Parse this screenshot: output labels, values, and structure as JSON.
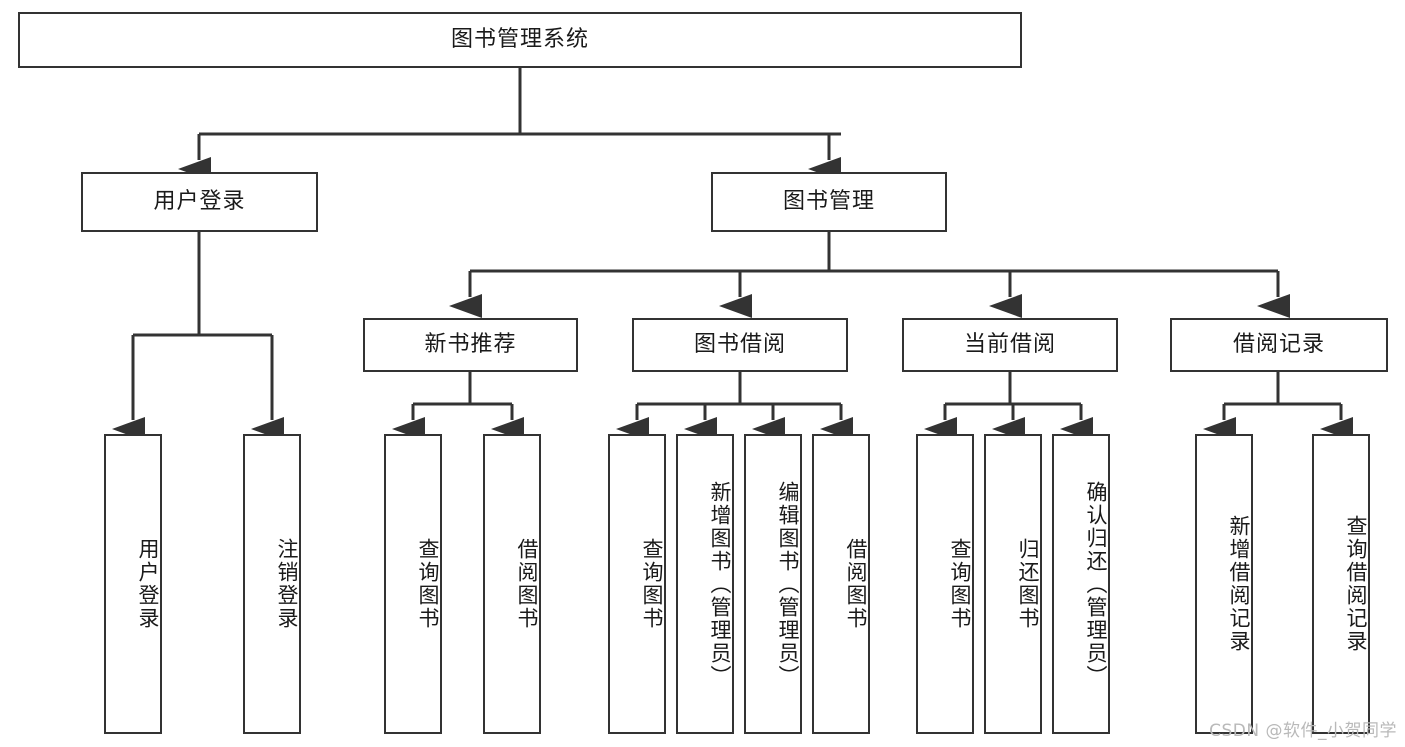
{
  "diagram": {
    "title": "图书管理系统",
    "root": {
      "label": "图书管理系统"
    },
    "level1": [
      {
        "label": "用户登录"
      },
      {
        "label": "图书管理"
      }
    ],
    "level2": [
      {
        "label": "新书推荐"
      },
      {
        "label": "图书借阅"
      },
      {
        "label": "当前借阅"
      },
      {
        "label": "借阅记录"
      }
    ],
    "leaves": {
      "user_login": [
        {
          "label": "用户登录"
        },
        {
          "label": "注销登录"
        }
      ],
      "new_book_recommend": [
        {
          "label": "查询图书"
        },
        {
          "label": "借阅图书"
        }
      ],
      "book_borrow": [
        {
          "label": "查询图书"
        },
        {
          "label": "新增图书（管理员）"
        },
        {
          "label": "编辑图书（管理员）"
        },
        {
          "label": "借阅图书"
        }
      ],
      "current_borrow": [
        {
          "label": "查询图书"
        },
        {
          "label": "归还图书"
        },
        {
          "label": "确认归还（管理员）"
        }
      ],
      "borrow_record": [
        {
          "label": "新增借阅记录"
        },
        {
          "label": "查询借阅记录"
        }
      ]
    }
  },
  "watermark": {
    "text": "CSDN @软件_小贺同学"
  },
  "colors": {
    "stroke": "#333333",
    "background": "#ffffff",
    "text": "#1a1a1a",
    "watermark": "#b9b9b9"
  },
  "chart_data": {
    "type": "table",
    "title": "图书管理系统 功能结构图",
    "nodes": [
      {
        "id": "root",
        "label": "图书管理系统",
        "level": 0,
        "parent": null
      },
      {
        "id": "l1-0",
        "label": "用户登录",
        "level": 1,
        "parent": "root"
      },
      {
        "id": "l1-1",
        "label": "图书管理",
        "level": 1,
        "parent": "root"
      },
      {
        "id": "l2-0",
        "label": "新书推荐",
        "level": 2,
        "parent": "l1-1"
      },
      {
        "id": "l2-1",
        "label": "图书借阅",
        "level": 2,
        "parent": "l1-1"
      },
      {
        "id": "l2-2",
        "label": "当前借阅",
        "level": 2,
        "parent": "l1-1"
      },
      {
        "id": "l2-3",
        "label": "借阅记录",
        "level": 2,
        "parent": "l1-1"
      },
      {
        "id": "l3-0",
        "label": "用户登录",
        "level": 3,
        "parent": "l1-0"
      },
      {
        "id": "l3-1",
        "label": "注销登录",
        "level": 3,
        "parent": "l1-0"
      },
      {
        "id": "l3-2",
        "label": "查询图书",
        "level": 3,
        "parent": "l2-0"
      },
      {
        "id": "l3-3",
        "label": "借阅图书",
        "level": 3,
        "parent": "l2-0"
      },
      {
        "id": "l3-4",
        "label": "查询图书",
        "level": 3,
        "parent": "l2-1"
      },
      {
        "id": "l3-5",
        "label": "新增图书（管理员）",
        "level": 3,
        "parent": "l2-1"
      },
      {
        "id": "l3-6",
        "label": "编辑图书（管理员）",
        "level": 3,
        "parent": "l2-1"
      },
      {
        "id": "l3-7",
        "label": "借阅图书",
        "level": 3,
        "parent": "l2-1"
      },
      {
        "id": "l3-8",
        "label": "查询图书",
        "level": 3,
        "parent": "l2-2"
      },
      {
        "id": "l3-9",
        "label": "归还图书",
        "level": 3,
        "parent": "l2-2"
      },
      {
        "id": "l3-10",
        "label": "确认归还（管理员）",
        "level": 3,
        "parent": "l2-2"
      },
      {
        "id": "l3-11",
        "label": "新增借阅记录",
        "level": 3,
        "parent": "l2-3"
      },
      {
        "id": "l3-12",
        "label": "查询借阅记录",
        "level": 3,
        "parent": "l2-3"
      }
    ]
  }
}
